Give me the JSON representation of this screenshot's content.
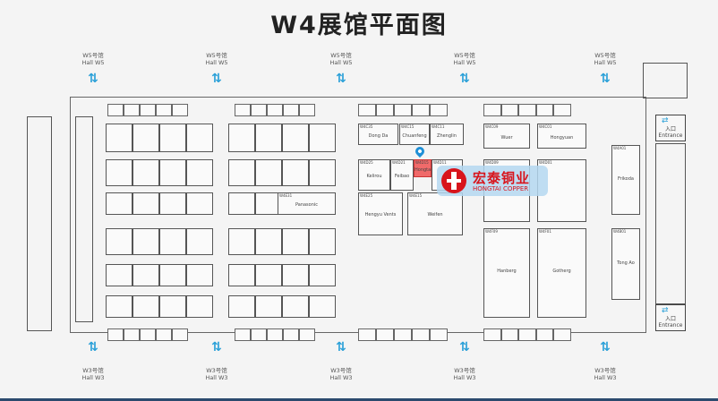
{
  "title": "W4展馆平面图",
  "top_halls": [
    {
      "cn": "W5号馆",
      "en": "Hall W5"
    },
    {
      "cn": "W5号馆",
      "en": "Hall W5"
    },
    {
      "cn": "W5号馆",
      "en": "Hall W5"
    },
    {
      "cn": "W5号馆",
      "en": "Hall W5"
    },
    {
      "cn": "W5号馆",
      "en": "Hall W5"
    }
  ],
  "bottom_halls": [
    {
      "cn": "W3号馆",
      "en": "Hall W3"
    },
    {
      "cn": "W3号馆",
      "en": "Hall W3"
    },
    {
      "cn": "W3号馆",
      "en": "Hall W3"
    },
    {
      "cn": "W3号馆",
      "en": "Hall W3"
    },
    {
      "cn": "W3号馆",
      "en": "Hall W3"
    }
  ],
  "entrances": [
    {
      "cn": "入口",
      "en": "Entrance"
    },
    {
      "cn": "入口",
      "en": "Entrance"
    }
  ],
  "booths": [
    {
      "id": "W4C35",
      "name": "Dong Da"
    },
    {
      "id": "W4C15",
      "name": "Chuanfeng"
    },
    {
      "id": "W4C11",
      "name": "Zhenglin"
    },
    {
      "id": "W4C09",
      "name": "Wuer"
    },
    {
      "id": "W4C01",
      "name": "Hongyuan"
    },
    {
      "id": "W4D25",
      "name": "Kelirou"
    },
    {
      "id": "W4D21",
      "name": "Feibao"
    },
    {
      "id": "W4D15",
      "name": "Hongtai"
    },
    {
      "id": "W4D11",
      "name": ""
    },
    {
      "id": "W4D09",
      "name": ""
    },
    {
      "id": "W4D01",
      "name": ""
    },
    {
      "id": "W4E25",
      "name": "Hengyu Vents"
    },
    {
      "id": "W4E15",
      "name": "Weifen"
    },
    {
      "id": "W4E31",
      "name": "Panasonic"
    },
    {
      "id": "W4F01",
      "name": "Gotherg"
    },
    {
      "id": "W4F09",
      "name": "Hanberg"
    },
    {
      "id": "W4B01",
      "name": "Tong Ao"
    },
    {
      "id": "W4A01",
      "name": "Frikoda"
    }
  ],
  "highlight": {
    "booth": "W4D15",
    "color": "#f06a6a"
  },
  "exhibitor_logo": {
    "cn": "宏泰铜业",
    "en": "HONGTAI COPPER",
    "color": "#d8141c"
  },
  "accent_color": "#2aa0d8"
}
